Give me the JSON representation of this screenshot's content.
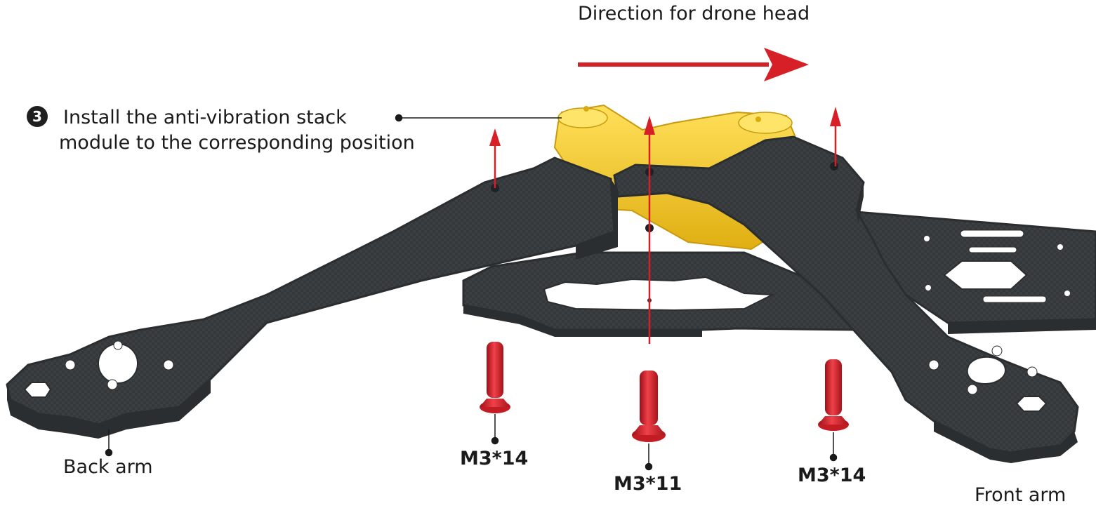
{
  "direction_label": "Direction for drone head",
  "step": {
    "number": "3",
    "line1": "Install the anti-vibration stack",
    "line2": "module to the corresponding position"
  },
  "labels": {
    "back_arm": "Back arm",
    "front_arm": "Front arm"
  },
  "screws": [
    {
      "label": "M3*14"
    },
    {
      "label": "M3*11"
    },
    {
      "label": "M3*14"
    }
  ],
  "colors": {
    "carbon": "#3b3f41",
    "carbon_dark": "#2b2e30",
    "carbon_edge": "#55595b",
    "stack_yellow": "#f5cd22",
    "stack_yellow_dark": "#d9ab10",
    "screw_red": "#d8262e",
    "arrow_red": "#d61f26",
    "text": "#1a1a1a"
  }
}
